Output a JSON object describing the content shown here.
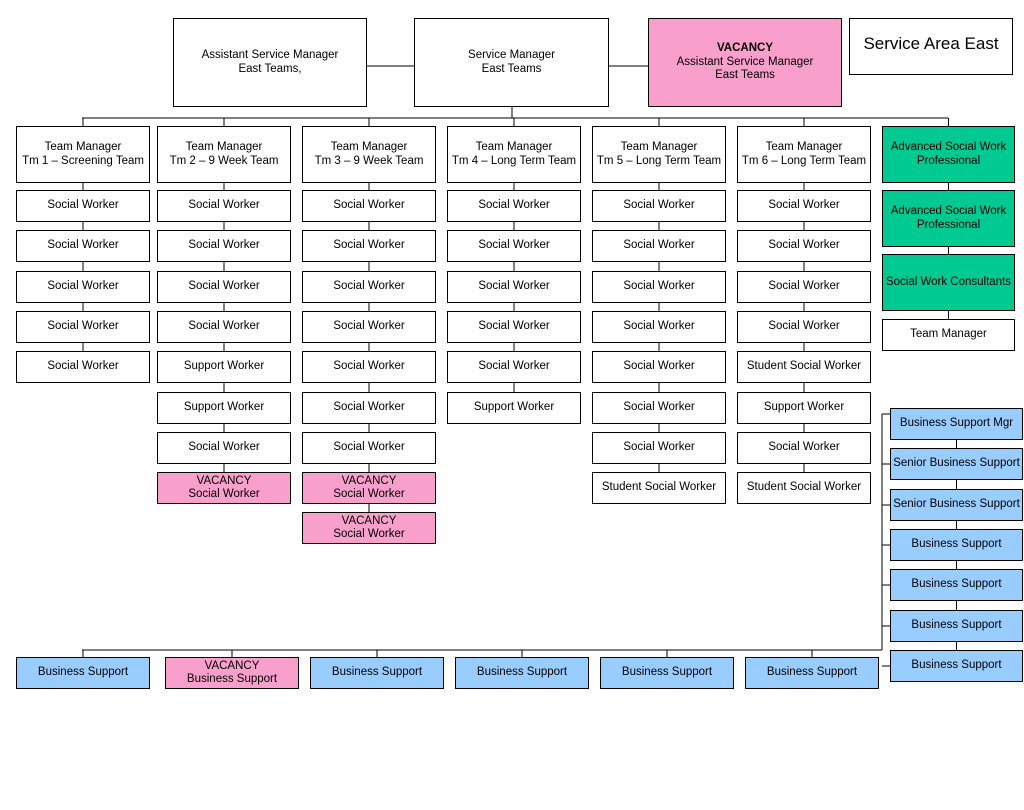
{
  "title": "Service Area East",
  "top": {
    "asm": [
      "Assistant Service Manager",
      "East Teams,"
    ],
    "sm": [
      "Service Manager",
      "East Teams"
    ],
    "vacancy_asm": [
      "VACANCY",
      "Assistant Service Manager",
      "East Teams"
    ]
  },
  "columns": [
    {
      "header": [
        "Team Manager",
        "Tm 1 – Screening Team"
      ],
      "items": [
        {
          "label": [
            "Social Worker"
          ],
          "type": "normal"
        },
        {
          "label": [
            "Social Worker"
          ],
          "type": "normal"
        },
        {
          "label": [
            "Social Worker"
          ],
          "type": "normal"
        },
        {
          "label": [
            "Social Worker"
          ],
          "type": "normal"
        },
        {
          "label": [
            "Social Worker"
          ],
          "type": "normal"
        }
      ]
    },
    {
      "header": [
        "Team Manager",
        "Tm 2 – 9 Week Team"
      ],
      "items": [
        {
          "label": [
            "Social Worker"
          ],
          "type": "normal"
        },
        {
          "label": [
            "Social Worker"
          ],
          "type": "normal"
        },
        {
          "label": [
            "Social Worker"
          ],
          "type": "normal"
        },
        {
          "label": [
            "Social Worker"
          ],
          "type": "normal"
        },
        {
          "label": [
            "Support Worker"
          ],
          "type": "normal"
        },
        {
          "label": [
            "Support Worker"
          ],
          "type": "normal"
        },
        {
          "label": [
            "Social Worker"
          ],
          "type": "normal"
        },
        {
          "label": [
            "VACANCY",
            "Social Worker"
          ],
          "type": "vacancy"
        }
      ]
    },
    {
      "header": [
        "Team Manager",
        "Tm 3 – 9 Week Team"
      ],
      "items": [
        {
          "label": [
            "Social Worker"
          ],
          "type": "normal"
        },
        {
          "label": [
            "Social Worker"
          ],
          "type": "normal"
        },
        {
          "label": [
            "Social Worker"
          ],
          "type": "normal"
        },
        {
          "label": [
            "Social Worker"
          ],
          "type": "normal"
        },
        {
          "label": [
            "Social Worker"
          ],
          "type": "normal"
        },
        {
          "label": [
            "Social Worker"
          ],
          "type": "normal"
        },
        {
          "label": [
            "Social Worker"
          ],
          "type": "normal"
        },
        {
          "label": [
            "VACANCY",
            "Social Worker"
          ],
          "type": "vacancy"
        },
        {
          "label": [
            "VACANCY",
            "Social Worker"
          ],
          "type": "vacancy"
        }
      ]
    },
    {
      "header": [
        "Team Manager",
        "Tm 4 – Long Term Team"
      ],
      "items": [
        {
          "label": [
            "Social Worker"
          ],
          "type": "normal"
        },
        {
          "label": [
            "Social Worker"
          ],
          "type": "normal"
        },
        {
          "label": [
            "Social Worker"
          ],
          "type": "normal"
        },
        {
          "label": [
            "Social Worker"
          ],
          "type": "normal"
        },
        {
          "label": [
            "Social Worker"
          ],
          "type": "normal"
        },
        {
          "label": [
            "Support Worker"
          ],
          "type": "normal"
        }
      ]
    },
    {
      "header": [
        "Team Manager",
        "Tm 5 – Long Term Team"
      ],
      "items": [
        {
          "label": [
            "Social Worker"
          ],
          "type": "normal"
        },
        {
          "label": [
            "Social Worker"
          ],
          "type": "normal"
        },
        {
          "label": [
            "Social Worker"
          ],
          "type": "normal"
        },
        {
          "label": [
            "Social Worker"
          ],
          "type": "normal"
        },
        {
          "label": [
            "Social Worker"
          ],
          "type": "normal"
        },
        {
          "label": [
            "Social Worker"
          ],
          "type": "normal"
        },
        {
          "label": [
            "Social Worker"
          ],
          "type": "normal"
        },
        {
          "label": [
            "Student Social Worker"
          ],
          "type": "normal"
        }
      ]
    },
    {
      "header": [
        "Team Manager",
        "Tm 6 – Long Term Team"
      ],
      "items": [
        {
          "label": [
            "Social Worker"
          ],
          "type": "normal"
        },
        {
          "label": [
            "Social Worker"
          ],
          "type": "normal"
        },
        {
          "label": [
            "Social Worker"
          ],
          "type": "normal"
        },
        {
          "label": [
            "Social Worker"
          ],
          "type": "normal"
        },
        {
          "label": [
            "Student Social Worker"
          ],
          "type": "normal"
        },
        {
          "label": [
            "Support Worker"
          ],
          "type": "normal"
        },
        {
          "label": [
            "Social Worker"
          ],
          "type": "normal"
        },
        {
          "label": [
            "Student Social Worker"
          ],
          "type": "normal"
        }
      ]
    }
  ],
  "specialists": [
    {
      "label": [
        "Advanced Social Work",
        "Professional"
      ],
      "type": "green"
    },
    {
      "label": [
        "Advanced Social Work",
        "Professional"
      ],
      "type": "green"
    },
    {
      "label": [
        "Social Work Consultants"
      ],
      "type": "green"
    },
    {
      "label": [
        "Team Manager"
      ],
      "type": "normal"
    }
  ],
  "business_support_column": [
    "Business Support Mgr",
    "Senior Business Support",
    "Senior Business Support",
    "Business Support",
    "Business Support",
    "Business Support",
    "Business Support"
  ],
  "bottom_row": [
    {
      "label": [
        "Business Support"
      ],
      "type": "blue"
    },
    {
      "label": [
        "VACANCY",
        "Business Support"
      ],
      "type": "vacancy"
    },
    {
      "label": [
        "Business Support"
      ],
      "type": "blue"
    },
    {
      "label": [
        "Business Support"
      ],
      "type": "blue"
    },
    {
      "label": [
        "Business Support"
      ],
      "type": "blue"
    },
    {
      "label": [
        "Business Support"
      ],
      "type": "blue"
    }
  ],
  "colors": {
    "vacancy": "#f99fcb",
    "specialist": "#00c992",
    "business_support": "#99ccff",
    "normal": "#ffffff"
  }
}
